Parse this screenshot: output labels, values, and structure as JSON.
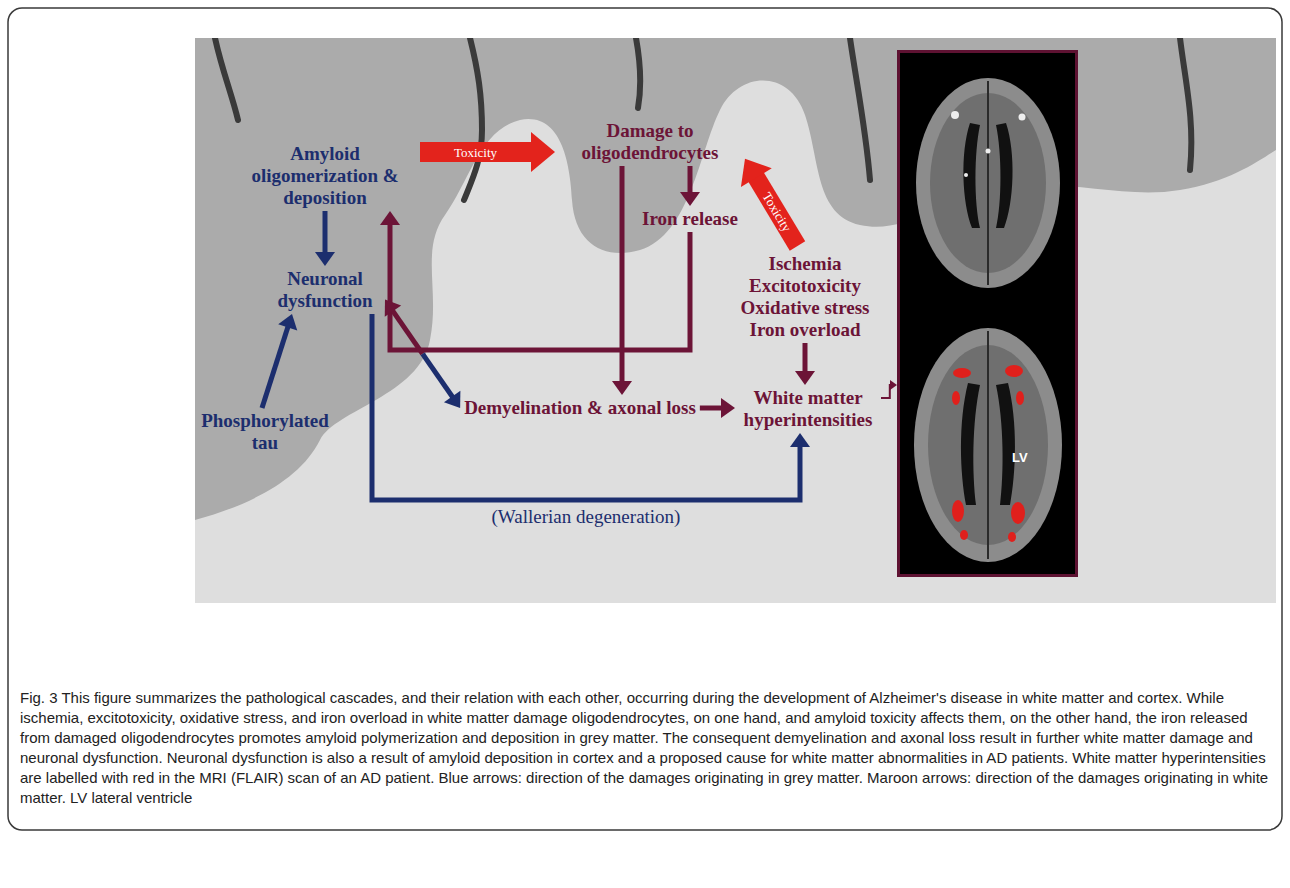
{
  "diagram": {
    "caption": "Fig. 3 This figure summarizes the pathological cascades, and their relation with each other, occurring during the development of Alzheimer's disease in white matter and cortex. While ischemia, excitotoxicity, oxidative stress, and iron overload in white matter damage oligodendrocytes, on one hand, and amyloid toxicity affects them, on the other hand, the iron released from damaged oligodendrocytes promotes amyloid polymerization and deposition in grey matter. The consequent demyelination and axonal loss result in further white matter damage and neuronal dysfunction. Neuronal dysfunction is also a result of amyloid deposition in cortex and a proposed cause for white matter abnormalities in AD patients. White matter hyperintensities are labelled with red in the MRI (FLAIR) scan of an AD patient. Blue arrows: direction of the damages originating in grey matter. Maroon arrows: direction of the damages originating in white matter. LV lateral ventricle",
    "nodes": [
      {
        "text": [
          "Amyloid oligomerization & deposition"
        ]
      },
      {
        "text": [
          "Damage to oligodendrocytes"
        ]
      },
      {
        "text": [
          "Iron release"
        ]
      },
      {
        "text": [
          "Ischemia Excitotoxicity Oxidative stress Iron overload"
        ]
      },
      {
        "text": [
          "Neuronal dysfunction"
        ]
      },
      {
        "text": [
          "Demyelination & axonal loss"
        ]
      },
      {
        "text": [
          "White matter hyperintensities"
        ]
      },
      {
        "text": [
          "Phosphorylated tau"
        ]
      },
      {
        "text": [
          "LV"
        ]
      }
    ],
    "edges": [
      {
        "from": 0,
        "to": 1,
        "arrow": "to",
        "label": "Toxicity"
      },
      {
        "from": 3,
        "to": 1,
        "arrow": "to",
        "label": "Toxicity"
      },
      {
        "from": 1,
        "to": 2,
        "arrow": "to"
      },
      {
        "from": 2,
        "to": 0,
        "arrow": "to"
      },
      {
        "from": 1,
        "to": 5,
        "arrow": "to"
      },
      {
        "from": 0,
        "to": 4,
        "arrow": "to"
      },
      {
        "from": 7,
        "to": 4,
        "arrow": "to"
      },
      {
        "from": 4,
        "to": 5,
        "arrow": "both"
      },
      {
        "from": 5,
        "to": 6,
        "arrow": "to"
      },
      {
        "from": 3,
        "to": 6,
        "arrow": "to"
      },
      {
        "from": 4,
        "to": 6,
        "arrow": "to",
        "label": "(Wallerian degeneration)"
      },
      {
        "from": 6,
        "to": 8,
        "arrow": "to"
      }
    ]
  }
}
